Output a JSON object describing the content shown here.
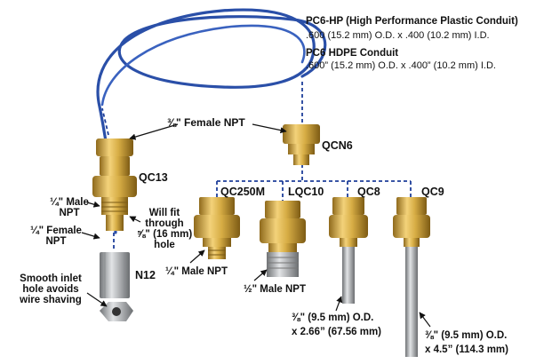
{
  "conduits": [
    {
      "name": "PC6-HP (High Performance Plastic Conduit)",
      "dims": ".600 (15.2 mm) O.D. x .400 (10.2 mm) I.D."
    },
    {
      "name": "PC6 HDPE Conduit",
      "dims": ".600” (15.2 mm) O.D. x .400” (10.2 mm) I.D."
    }
  ],
  "labels": {
    "female_npt_top": "⅜\" Female NPT",
    "qcn6": "QCN6",
    "qc13": "QC13",
    "male_npt_qc13_l1": "¼\" Male",
    "male_npt_qc13_l2": "NPT",
    "female_npt_l1": "¼\" Female",
    "female_npt_l2": "NPT",
    "will_fit_l1": "Will fit",
    "will_fit_l2": "through",
    "will_fit_l3": "⅝\" (16 mm)",
    "will_fit_l4": "hole",
    "n12": "N12",
    "smooth_l1": "Smooth inlet",
    "smooth_l2": "hole avoids",
    "smooth_l3": "wire shaving",
    "qc250m": "QC250M",
    "lqc10": "LQC10",
    "qc8": "QC8",
    "qc9": "QC9",
    "male_npt_qc250m": "¼\" Male NPT",
    "male_npt_lqc10": "½\" Male NPT",
    "qc8_dim_l1": "⅜\" (9.5 mm) O.D.",
    "qc8_dim_l2": "x 2.66” (67.56 mm)",
    "qc9_dim_l1": "⅜\" (9.5 mm) O.D.",
    "qc9_dim_l2": "x 4.5” (114.3 mm)"
  },
  "colors": {
    "conduit": "#2a4fa8",
    "dashed": "#1f3f9a",
    "brass": "#d9b24a",
    "steel": "#a9acaf"
  }
}
